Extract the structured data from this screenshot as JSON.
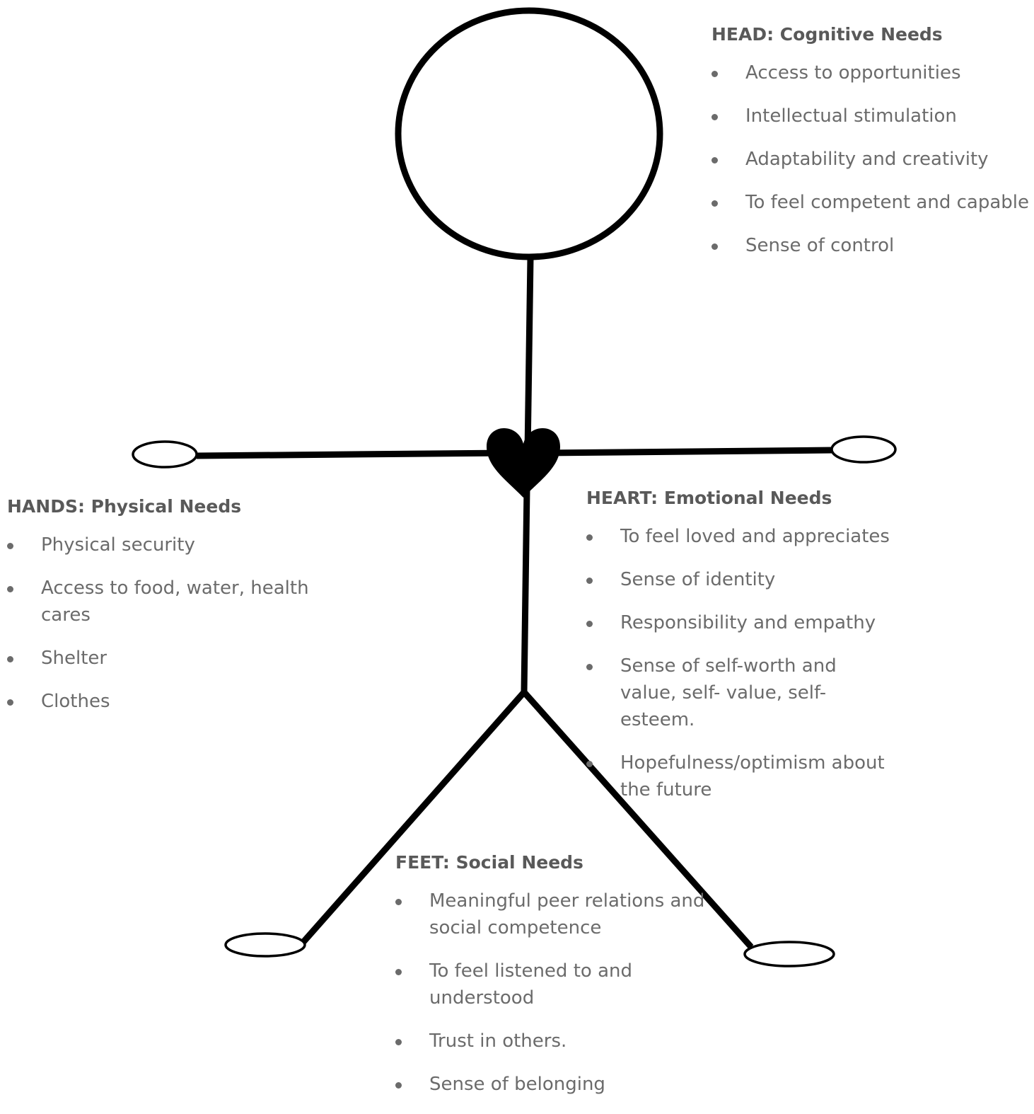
{
  "head": {
    "title": "HEAD: Cognitive Needs",
    "items": [
      "Access to opportunities",
      "Intellectual stimulation",
      "Adaptability and creativity",
      "To feel competent and capable",
      "Sense of control"
    ]
  },
  "hands": {
    "title": "HANDS: Physical Needs",
    "items": [
      "Physical security",
      "Access to food, water, health cares",
      "Shelter",
      "Clothes"
    ]
  },
  "heart": {
    "title": "HEART: Emotional Needs",
    "items": [
      "To feel loved and appreciates",
      "Sense of identity",
      "Responsibility and empathy",
      "Sense of self-worth and value, self- value, self-esteem.",
      "Hopefulness/optimism about the future"
    ]
  },
  "feet": {
    "title": "FEET: Social Needs",
    "items": [
      "Meaningful peer relations and social competence",
      "To feel listened to and understood",
      "Trust in others.",
      "Sense of belonging"
    ]
  },
  "colors": {
    "figure": "#000000",
    "heading": "#595959",
    "text": "#6b6b6b"
  }
}
